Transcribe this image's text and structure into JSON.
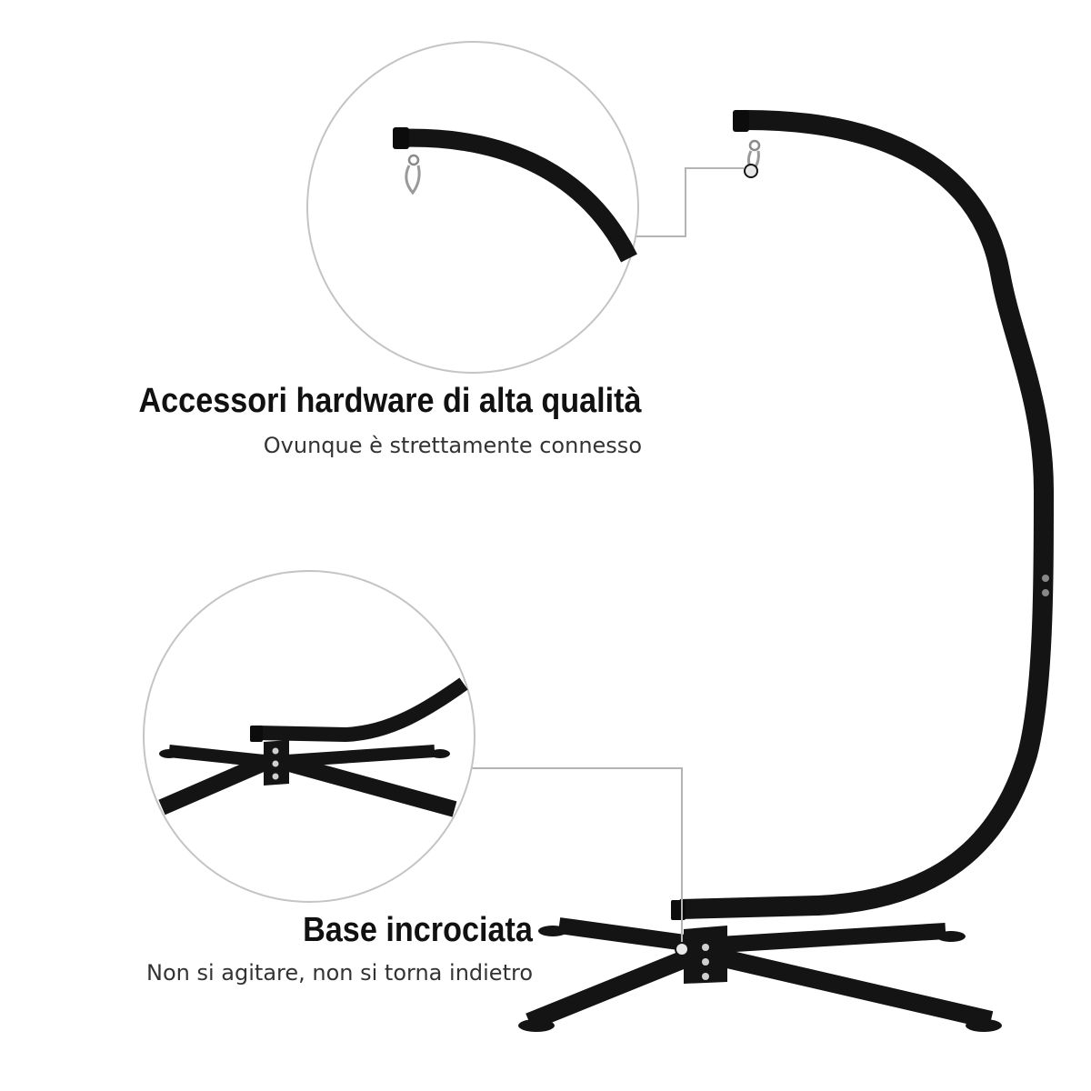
{
  "features": [
    {
      "title": "Accessori hardware di alta qualità",
      "subtitle": "Ovunque è strettamente connesso",
      "icon": "carabiner-hook-icon"
    },
    {
      "title": "Base incrociata",
      "subtitle": "Non si agitare, non si torna indietro",
      "icon": "cross-base-icon"
    }
  ],
  "colors": {
    "frame": "#141414",
    "callout_line": "#b4b4b4",
    "background": "#ffffff"
  }
}
